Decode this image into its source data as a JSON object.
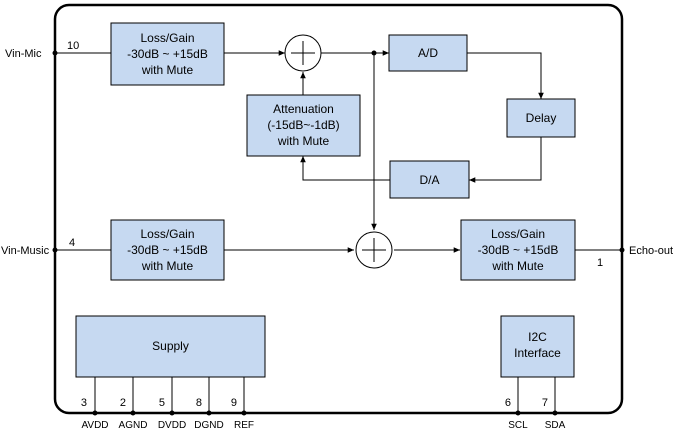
{
  "blocks": {
    "mic_gain": {
      "lines": [
        "Loss/Gain",
        "-30dB ~ +15dB",
        "with Mute"
      ]
    },
    "ad": {
      "label": "A/D"
    },
    "delay": {
      "label": "Delay"
    },
    "da": {
      "label": "D/A"
    },
    "attenuation": {
      "lines": [
        "Attenuation",
        "(-15dB~-1dB)",
        "with Mute"
      ]
    },
    "music_gain": {
      "lines": [
        "Loss/Gain",
        "-30dB ~ +15dB",
        "with Mute"
      ]
    },
    "out_gain": {
      "lines": [
        "Loss/Gain",
        "-30dB ~ +15dB",
        "with Mute"
      ]
    },
    "supply": {
      "label": "Supply"
    },
    "i2c": {
      "lines": [
        "I2C",
        "Interface"
      ]
    }
  },
  "pins": {
    "vin_mic": {
      "name": "Vin-Mic",
      "number": "10"
    },
    "vin_music": {
      "name": "Vin-Music",
      "number": "4"
    },
    "echo_out": {
      "name": "Echo-out",
      "number": "1"
    },
    "avdd": {
      "name": "AVDD",
      "number": "3"
    },
    "agnd": {
      "name": "AGND",
      "number": "2"
    },
    "dvdd": {
      "name": "DVDD",
      "number": "5"
    },
    "dgnd": {
      "name": "DGND",
      "number": "8"
    },
    "ref": {
      "name": "REF",
      "number": "9"
    },
    "scl": {
      "name": "SCL",
      "number": "6"
    },
    "sda": {
      "name": "SDA",
      "number": "7"
    }
  },
  "colors": {
    "block_fill": "#c6d9f1",
    "line": "#000000",
    "background": "#ffffff"
  }
}
